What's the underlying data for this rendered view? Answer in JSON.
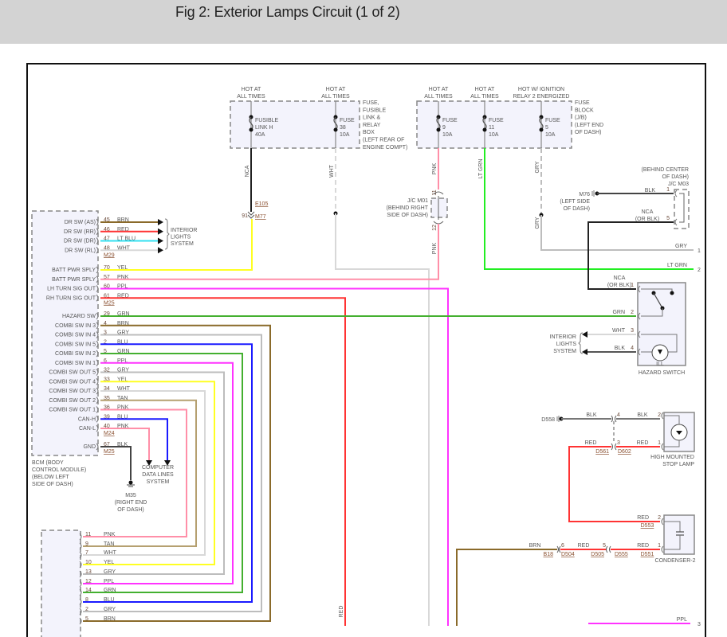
{
  "header": {
    "title": "Fig 2: Exterior Lamps Circuit (1 of 2)"
  },
  "wire_colors": {
    "BRN": "#8a6a2a",
    "RED": "#ff3333",
    "LT BLU": "#33e0f0",
    "WHT": "#d8d8d8",
    "YEL": "#ffff22",
    "PNK": "#ff8fa8",
    "PPL": "#ff33ff",
    "GRN": "#44b030",
    "GRY": "#bdbdbd",
    "BLU": "#1a1aff",
    "TAN": "#b5a070",
    "BLK": "#444444",
    "NCA": "#222222",
    "LT GRN": "#22ee22"
  },
  "fuse_block_1": {
    "label": [
      "FUSE,",
      "FUSIBLE",
      "LINK &",
      "RELAY",
      "BOX",
      "(LEFT REAR OF",
      "ENGINE COMPT)"
    ],
    "fuses": [
      {
        "supply": [
          "HOT AT",
          "ALL TIMES"
        ],
        "name": [
          "FUSIBLE",
          "LINK H",
          "40A"
        ],
        "wire": "NCA"
      },
      {
        "supply": [
          "HOT AT",
          "ALL TIMES"
        ],
        "name": [
          "FUSE",
          "38",
          "10A"
        ],
        "wire": "WHT"
      }
    ]
  },
  "fuse_block_2": {
    "label": [
      "FUSE",
      "BLOCK",
      "(J/B)",
      "(LEFT END",
      "OF DASH)"
    ],
    "fuses": [
      {
        "supply": [
          "HOT AT",
          "ALL TIMES"
        ],
        "name": [
          "FUSE",
          "9",
          "10A"
        ],
        "wire": "PNK"
      },
      {
        "supply": [
          "HOT AT",
          "ALL TIMES"
        ],
        "name": [
          "FUSE",
          "11",
          "10A"
        ],
        "wire": "LT GRN"
      },
      {
        "supply": [
          "HOT W/ IGNITION",
          "RELAY 2 ENERGIZED"
        ],
        "name": [
          "FUSE",
          "5",
          "10A"
        ],
        "wire": "GRY"
      }
    ]
  },
  "nca_connector": {
    "id_top": "E105",
    "pin": "91",
    "id_bottom": "M77"
  },
  "jc_m01": {
    "label": [
      "J/C M01",
      "(BEHIND RIGHT",
      "SIDE OF DASH)"
    ],
    "pin_top": "11",
    "pin_bottom": "12",
    "wire_below": "PNK"
  },
  "gry_wire_below": "GRY",
  "m76": {
    "id": "M76",
    "location": [
      "(LEFT SIDE",
      "OF DASH)"
    ],
    "wire": "BLK"
  },
  "jc_m03": {
    "location": [
      "(BEHIND CENTER",
      "OF DASH)"
    ],
    "id": "J/C M03",
    "pin_a": "1",
    "pin_b": "5",
    "wire_b": [
      "NCA",
      "(OR BLK)"
    ]
  },
  "right_exits": [
    {
      "wire": "GRY",
      "ref": "1"
    },
    {
      "wire": "LT GRN",
      "ref": "2"
    },
    {
      "wire": "PPL",
      "ref": "3"
    }
  ],
  "hazard_switch": {
    "name": "HAZARD SWITCH",
    "ill": "ILL",
    "pins": [
      {
        "pin": "1",
        "wire": [
          "NCA",
          "(OR BLK)"
        ]
      },
      {
        "pin": "2",
        "wire": [
          "GRN"
        ]
      },
      {
        "pin": "3",
        "wire": [
          "WHT"
        ]
      },
      {
        "pin": "4",
        "wire": [
          "BLK"
        ]
      }
    ],
    "dest": [
      "INTERIOR",
      "LIGHTS",
      "SYSTEM"
    ]
  },
  "bcm": {
    "label": [
      "BCM (BODY",
      "CONTROL MODULE)",
      "(BELOW LEFT",
      "SIDE OF DASH)"
    ],
    "groups": [
      {
        "connector": "M29",
        "pins": [
          {
            "name": "DR SW (AS)",
            "pin": "45",
            "wire": "BRN"
          },
          {
            "name": "DR SW (RR)",
            "pin": "46",
            "wire": "RED"
          },
          {
            "name": "DR SW (DR)",
            "pin": "47",
            "wire": "LT BLU"
          },
          {
            "name": "DR SW (RL)",
            "pin": "48",
            "wire": "WHT"
          }
        ]
      },
      {
        "connector": "M25",
        "pins": [
          {
            "name": "BATT PWR SPLY",
            "pin": "70",
            "wire": "YEL"
          },
          {
            "name": "BATT PWR SPLY",
            "pin": "57",
            "wire": "PNK"
          },
          {
            "name": "LH TURN SIG OUT",
            "pin": "60",
            "wire": "PPL"
          },
          {
            "name": "RH TURN SIG OUT",
            "pin": "61",
            "wire": "RED"
          }
        ]
      },
      {
        "connector": "M24",
        "pins": [
          {
            "name": "HAZARD SW",
            "pin": "29",
            "wire": "GRN"
          },
          {
            "name": "COMBI SW IN 3",
            "pin": "4",
            "wire": "BRN"
          },
          {
            "name": "COMBI SW IN 4",
            "pin": "3",
            "wire": "GRY"
          },
          {
            "name": "COMBI SW IN 5",
            "pin": "2",
            "wire": "BLU"
          },
          {
            "name": "COMBI SW IN 2",
            "pin": "5",
            "wire": "GRN"
          },
          {
            "name": "COMBI SW IN 1",
            "pin": "6",
            "wire": "PPL"
          },
          {
            "name": "COMBI SW OUT 5",
            "pin": "32",
            "wire": "GRY"
          },
          {
            "name": "COMBI SW OUT 4",
            "pin": "33",
            "wire": "YEL"
          },
          {
            "name": "COMBI SW OUT 3",
            "pin": "34",
            "wire": "WHT"
          },
          {
            "name": "COMBI SW OUT 2",
            "pin": "35",
            "wire": "TAN"
          },
          {
            "name": "COMBI SW OUT 1",
            "pin": "36",
            "wire": "PNK"
          },
          {
            "name": "CAN-H",
            "pin": "39",
            "wire": "BLU"
          },
          {
            "name": "CAN-L",
            "pin": "40",
            "wire": "PNK"
          }
        ]
      },
      {
        "connector": "M25",
        "pins": [
          {
            "name": "GND",
            "pin": "67",
            "wire": "BLK"
          }
        ]
      }
    ],
    "interior_lights": [
      "INTERIOR",
      "LIGHTS",
      "SYSTEM"
    ],
    "computer_data_lines": [
      "COMPUTER",
      "DATA LINES",
      "SYSTEM"
    ],
    "ground": [
      "M35",
      "(RIGHT END",
      "OF DASH)"
    ]
  },
  "bottom_connector": {
    "rows": [
      {
        "pin": "11",
        "wire": "PNK"
      },
      {
        "pin": "9",
        "wire": "TAN"
      },
      {
        "pin": "7",
        "wire": "WHT"
      },
      {
        "pin": "10",
        "wire": "YEL"
      },
      {
        "pin": "13",
        "wire": "GRY"
      },
      {
        "pin": "12",
        "wire": "PPL"
      },
      {
        "pin": "14",
        "wire": "GRN"
      },
      {
        "pin": "8",
        "wire": "BLU"
      },
      {
        "pin": "2",
        "wire": "GRY"
      },
      {
        "pin": "5",
        "wire": "BRN"
      }
    ]
  },
  "red_vertical_label": "RED",
  "stop_lamp": {
    "name": [
      "HIGH MOUNTED",
      "STOP LAMP"
    ],
    "ground": "D558",
    "wire_blk_a": "BLK",
    "wire_blk_b": "BLK",
    "wire_red_a": "RED",
    "wire_red_b": "RED",
    "inline_pin_blk": "4",
    "inline_pin_red": "3",
    "inline_id_left": "D561",
    "inline_id_right": "D602",
    "lamp_pin_blk": "2",
    "lamp_pin_red": "1"
  },
  "condenser": {
    "name": "CONDENSER-2",
    "pin_top": "2",
    "pin_bottom": "1",
    "wire_top": "RED",
    "id_top": "D553",
    "brn_wire": "BRN",
    "brn_pin": "6",
    "id_b18": "B18",
    "id_d504": "D504",
    "mid_wire": "RED",
    "mid_pin": "5",
    "id_d505": "D505",
    "id_d555": "D555",
    "last_wire": "RED",
    "id_d551": "D551"
  }
}
